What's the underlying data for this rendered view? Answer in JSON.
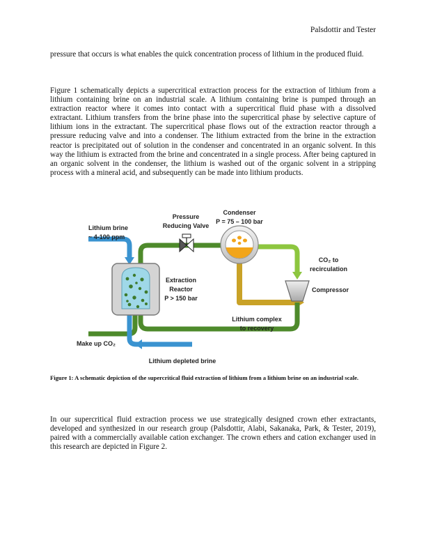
{
  "header": {
    "running_head": "Palsdottir and Tester"
  },
  "paragraphs": [
    "pressure that occurs is what enables the quick concentration process of lithium in the produced fluid.",
    "Figure 1 schematically depicts a supercritical extraction process for the extraction of lithium from a lithium containing brine on an industrial scale. A lithium containing brine is pumped through an extraction reactor where it comes into contact with a supercritical fluid phase with a dissolved extractant. Lithium transfers from the brine phase into the supercritical phase by selective capture of lithium ions in the extractant. The supercritical phase flows out of the extraction reactor through a pressure reducing valve and into a condenser. The lithium extracted from the brine in the extraction reactor is precipitated out of solution in the condenser and concentrated in an organic solvent. In this way the lithium is extracted from the brine and concentrated in a single process. After being captured in an organic solvent in the condenser, the lithium is washed out of the organic solvent in a stripping process with a mineral acid, and subsequently can be made into lithium products.",
    "In our supercritical fluid extraction process we use strategically designed crown ether extractants, developed and synthesized in our research group (Palsdottir, Alabi, Sakanaka, Park, & Tester, 2019), paired with a commercially available cation exchanger. The crown ethers and cation exchanger used in this research are depicted in Figure 2."
  ],
  "figure": {
    "caption": "Figure 1: A schematic depiction of the supercritical fluid extraction of lithium from a lithium brine on an industrial scale.",
    "labels": {
      "brine_1": "Lithium brine",
      "brine_2": "~ 4-100 ppm",
      "valve_1": "Pressure",
      "valve_2": "Reducing Valve",
      "condenser_1": "Condenser",
      "condenser_2": "P = 75 – 100 bar",
      "co2_1": "CO₂ to",
      "co2_2": "recirculation",
      "compressor": "Compressor",
      "reactor_1": "Extraction",
      "reactor_2": "Reactor",
      "reactor_3": "P > 150 bar",
      "complex_1": "Lithium complex",
      "complex_2": "to recovery",
      "makeup": "Make up CO₂",
      "depleted": "Lithium depleted brine"
    },
    "colors": {
      "brine_blue": "#3a93d0",
      "co2_green": "#4e8a2b",
      "co2_light_green": "#8dc63f",
      "complex_gold": "#c9a227",
      "reactor_gray": "#d4d4d4",
      "condenser_orange": "#f2a51a"
    }
  }
}
